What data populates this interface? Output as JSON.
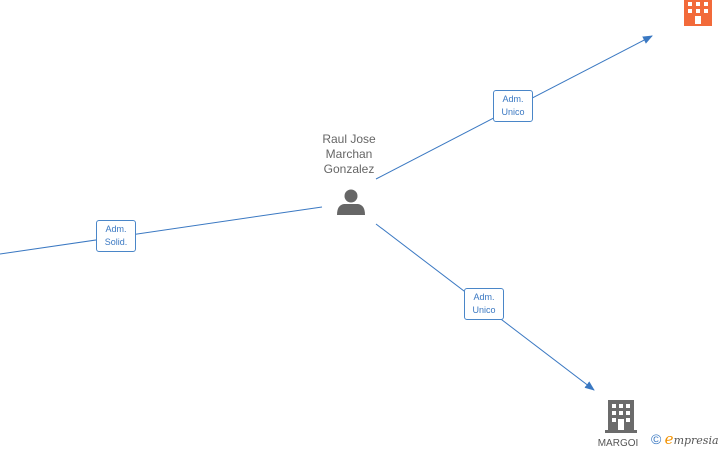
{
  "person": {
    "name_lines": [
      "Raul Jose",
      "Marchan",
      "Gonzalez"
    ]
  },
  "edges": [
    {
      "label_lines": [
        "Adm.",
        "Solid."
      ]
    },
    {
      "label_lines": [
        "Adm.",
        "Unico"
      ]
    },
    {
      "label_lines": [
        "Adm.",
        "Unico"
      ]
    }
  ],
  "company_bottom": {
    "name": "MARGOI"
  },
  "brand": {
    "copyright": "©",
    "e_letter": "e",
    "rest": "mpresia"
  },
  "colors": {
    "edge": "#3a78c2",
    "person_icon": "#666666",
    "company_active_icon": "#f26a3a",
    "company_icon": "#6b6b6b"
  },
  "icons": {
    "person": "person-icon",
    "company": "building-icon"
  }
}
